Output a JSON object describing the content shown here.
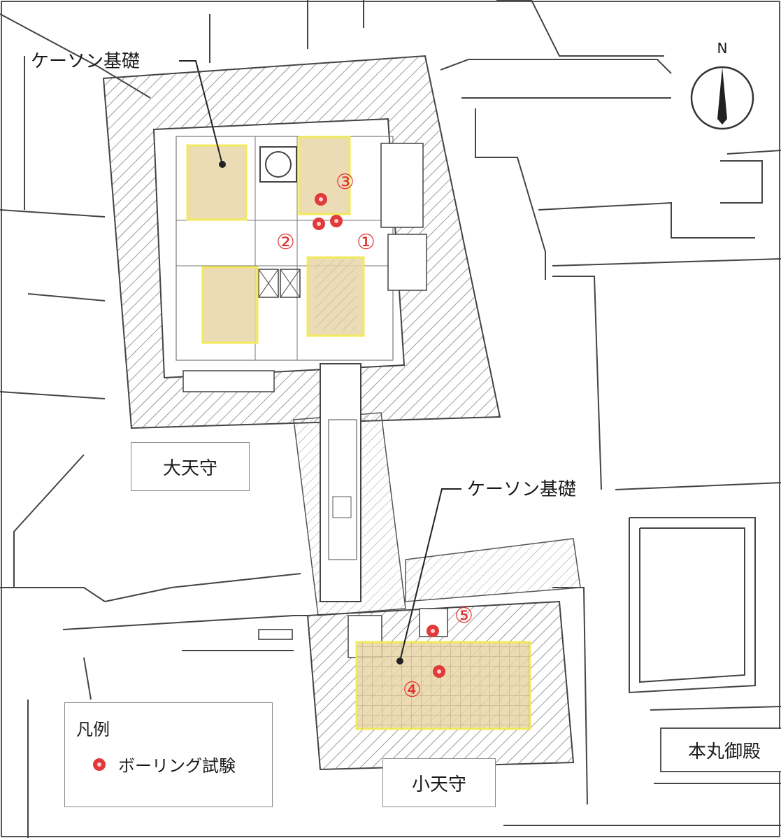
{
  "labels": {
    "caisson_top": "ケーソン基礎",
    "caisson_bottom": "ケーソン基礎",
    "daitenshu": "大天守",
    "shotenshu": "小天守",
    "honmaru": "本丸御殿",
    "north": "N"
  },
  "boring_numbers": [
    "①",
    "②",
    "③",
    "④",
    "⑤"
  ],
  "legend": {
    "title": "凡例",
    "item": "ボーリング試験"
  },
  "colors": {
    "caisson_fill": "#e9d6a8",
    "caisson_border": "#f2ea5a",
    "boring_dot": "#e23a3a",
    "number_red": "#e03030",
    "line": "#333333"
  }
}
